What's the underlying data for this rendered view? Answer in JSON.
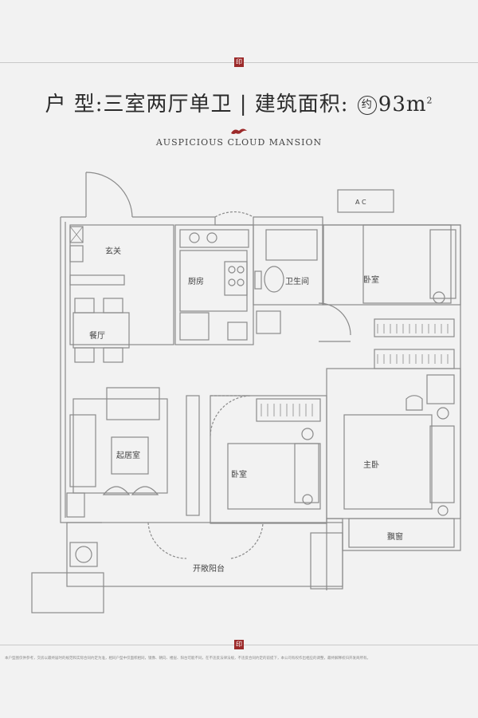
{
  "header": {
    "layout_label": "户 型:三室两厅单卫",
    "divider": "|",
    "area_label": "建筑面积:",
    "approx_mark": "约",
    "area_value": "93m",
    "area_sup": "2",
    "subtitle": "AUSPICIOUS CLOUD  MANSION",
    "seal_text": "印"
  },
  "rooms": {
    "entrance": "玄关",
    "kitchen": "厨房",
    "bathroom": "卫生间",
    "bedroom_north": "卧室",
    "dining": "餐厅",
    "living": "起居室",
    "bedroom_south": "卧室",
    "master": "主卧",
    "bay_window": "飘窗",
    "balcony": "开敞阳台",
    "ac_unit": "A    C"
  },
  "footer": {
    "disclaimer": "本户型图仅供参考，交房以最终届时的规范和实际合同约定为准，相同户型中仅面积相同，镜像、朝向、楼层、阳台可能不同，在不违反法律法规，不违反合同约定的前提下，本公司有权作出相应的调整，最终解释权归开发商所有。"
  },
  "colors": {
    "wall": "#8a8a8a",
    "seal": "#9c2a2a",
    "background": "#f2f2f2"
  }
}
